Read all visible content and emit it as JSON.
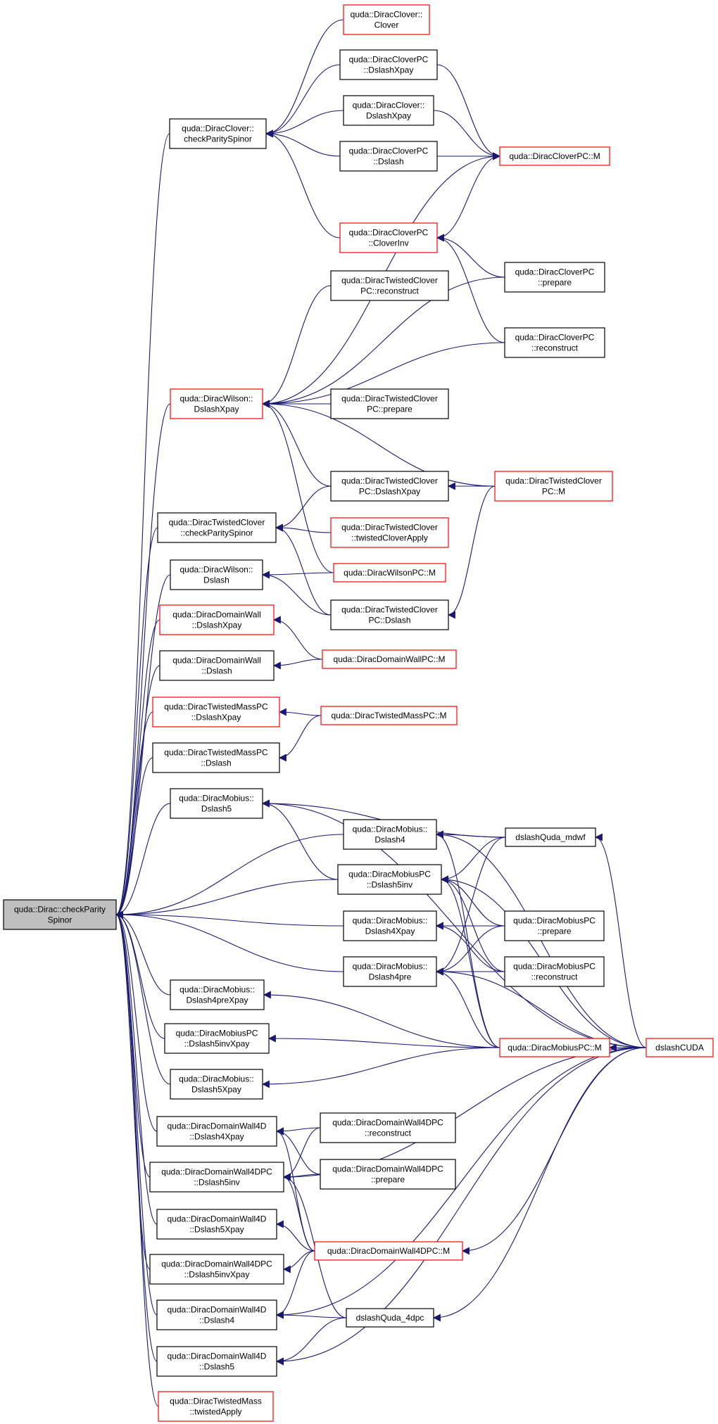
{
  "colors": {
    "edge": "#191970",
    "border_default": "#000000",
    "border_red": "#ff0000",
    "root_fill": "#bfbfbf",
    "node_fill": "#ffffff"
  },
  "nodes": [
    {
      "id": "root",
      "lines": [
        "quda::Dirac::checkParity",
        "Spinor"
      ],
      "style": "root"
    },
    {
      "id": "clover_check",
      "lines": [
        "quda::DiracClover::",
        "checkParitySpinor"
      ],
      "style": "black"
    },
    {
      "id": "clover_clover",
      "lines": [
        "quda::DiracClover::",
        "Clover"
      ],
      "style": "red"
    },
    {
      "id": "cloverpc_dslashxpay",
      "lines": [
        "quda::DiracCloverPC",
        "::DslashXpay"
      ],
      "style": "black"
    },
    {
      "id": "clover_dslashxpay",
      "lines": [
        "quda::DiracClover::",
        "DslashXpay"
      ],
      "style": "black"
    },
    {
      "id": "cloverpc_dslash",
      "lines": [
        "quda::DiracCloverPC",
        "::Dslash"
      ],
      "style": "black"
    },
    {
      "id": "cloverpc_m",
      "lines": [
        "quda::DiracCloverPC::M"
      ],
      "style": "red"
    },
    {
      "id": "cloverpc_cloverinv",
      "lines": [
        "quda::DiracCloverPC",
        "::CloverInv"
      ],
      "style": "red"
    },
    {
      "id": "cloverpc_prepare",
      "lines": [
        "quda::DiracCloverPC",
        "::prepare"
      ],
      "style": "black"
    },
    {
      "id": "tcpc_reconstruct",
      "lines": [
        "quda::DiracTwistedClover",
        "PC::reconstruct"
      ],
      "style": "black"
    },
    {
      "id": "cloverpc_reconstruct",
      "lines": [
        "quda::DiracCloverPC",
        "::reconstruct"
      ],
      "style": "black"
    },
    {
      "id": "wilson_dslashxpay",
      "lines": [
        "quda::DiracWilson::",
        "DslashXpay"
      ],
      "style": "red"
    },
    {
      "id": "tcpc_prepare",
      "lines": [
        "quda::DiracTwistedClover",
        "PC::prepare"
      ],
      "style": "black"
    },
    {
      "id": "tcpc_dslashxpay",
      "lines": [
        "quda::DiracTwistedClover",
        "PC::DslashXpay"
      ],
      "style": "black"
    },
    {
      "id": "tcpc_m",
      "lines": [
        "quda::DiracTwistedClover",
        "PC::M"
      ],
      "style": "red"
    },
    {
      "id": "tc_check",
      "lines": [
        "quda::DiracTwistedClover",
        "::checkParitySpinor"
      ],
      "style": "black"
    },
    {
      "id": "tc_apply",
      "lines": [
        "quda::DiracTwistedClover",
        "::twistedCloverApply"
      ],
      "style": "red"
    },
    {
      "id": "wilson_dslash",
      "lines": [
        "quda::DiracWilson::",
        "Dslash"
      ],
      "style": "black"
    },
    {
      "id": "wilsonpc_m",
      "lines": [
        "quda::DiracWilsonPC::M"
      ],
      "style": "red"
    },
    {
      "id": "tcpc_dslash",
      "lines": [
        "quda::DiracTwistedClover",
        "PC::Dslash"
      ],
      "style": "black"
    },
    {
      "id": "dw_dslashxpay",
      "lines": [
        "quda::DiracDomainWall",
        "::DslashXpay"
      ],
      "style": "red"
    },
    {
      "id": "dwpc_m",
      "lines": [
        "quda::DiracDomainWallPC::M"
      ],
      "style": "red"
    },
    {
      "id": "dw_dslash",
      "lines": [
        "quda::DiracDomainWall",
        "::Dslash"
      ],
      "style": "black"
    },
    {
      "id": "tmpc_dslashxpay",
      "lines": [
        "quda::DiracTwistedMassPC",
        "::DslashXpay"
      ],
      "style": "red"
    },
    {
      "id": "tmpc_m",
      "lines": [
        "quda::DiracTwistedMassPC::M"
      ],
      "style": "red"
    },
    {
      "id": "tmpc_dslash",
      "lines": [
        "quda::DiracTwistedMassPC",
        "::Dslash"
      ],
      "style": "black"
    },
    {
      "id": "mob_dslash5",
      "lines": [
        "quda::DiracMobius::",
        "Dslash5"
      ],
      "style": "black"
    },
    {
      "id": "mob_dslash4",
      "lines": [
        "quda::DiracMobius::",
        "Dslash4"
      ],
      "style": "black"
    },
    {
      "id": "dslashquda_mdwf",
      "lines": [
        "dslashQuda_mdwf"
      ],
      "style": "black"
    },
    {
      "id": "mobpc_dslash5inv",
      "lines": [
        "quda::DiracMobiusPC",
        "::Dslash5inv"
      ],
      "style": "black"
    },
    {
      "id": "mob_dslash4xpay",
      "lines": [
        "quda::DiracMobius::",
        "Dslash4Xpay"
      ],
      "style": "black"
    },
    {
      "id": "mobpc_prepare",
      "lines": [
        "quda::DiracMobiusPC",
        "::prepare"
      ],
      "style": "black"
    },
    {
      "id": "mob_dslash4pre",
      "lines": [
        "quda::DiracMobius::",
        "Dslash4pre"
      ],
      "style": "black"
    },
    {
      "id": "mobpc_reconstruct",
      "lines": [
        "quda::DiracMobiusPC",
        "::reconstruct"
      ],
      "style": "black"
    },
    {
      "id": "mob_dslash4prexpay",
      "lines": [
        "quda::DiracMobius::",
        "Dslash4preXpay"
      ],
      "style": "black"
    },
    {
      "id": "mobpc_dslash5invxpay",
      "lines": [
        "quda::DiracMobiusPC",
        "::Dslash5invXpay"
      ],
      "style": "black"
    },
    {
      "id": "mobpc_m",
      "lines": [
        "quda::DiracMobiusPC::M"
      ],
      "style": "red"
    },
    {
      "id": "dslashcuda",
      "lines": [
        "dslashCUDA"
      ],
      "style": "red"
    },
    {
      "id": "mob_dslash5xpay",
      "lines": [
        "quda::DiracMobius::",
        "Dslash5Xpay"
      ],
      "style": "black"
    },
    {
      "id": "dw4d_dslash4xpay",
      "lines": [
        "quda::DiracDomainWall4D",
        "::Dslash4Xpay"
      ],
      "style": "black"
    },
    {
      "id": "dw4dpc_reconstruct",
      "lines": [
        "quda::DiracDomainWall4DPC",
        "::reconstruct"
      ],
      "style": "black"
    },
    {
      "id": "dw4dpc_dslash5inv",
      "lines": [
        "quda::DiracDomainWall4DPC",
        "::Dslash5inv"
      ],
      "style": "black"
    },
    {
      "id": "dw4dpc_prepare",
      "lines": [
        "quda::DiracDomainWall4DPC",
        "::prepare"
      ],
      "style": "black"
    },
    {
      "id": "dw4d_dslash5xpay",
      "lines": [
        "quda::DiracDomainWall4D",
        "::Dslash5Xpay"
      ],
      "style": "black"
    },
    {
      "id": "dw4dpc_m",
      "lines": [
        "quda::DiracDomainWall4DPC::M"
      ],
      "style": "red"
    },
    {
      "id": "dw4dpc_dslash5invxpay",
      "lines": [
        "quda::DiracDomainWall4DPC",
        "::Dslash5invXpay"
      ],
      "style": "black"
    },
    {
      "id": "dw4d_dslash4",
      "lines": [
        "quda::DiracDomainWall4D",
        "::Dslash4"
      ],
      "style": "black"
    },
    {
      "id": "dslashquda_4dpc",
      "lines": [
        "dslashQuda_4dpc"
      ],
      "style": "black"
    },
    {
      "id": "dw4d_dslash5",
      "lines": [
        "quda::DiracDomainWall4D",
        "::Dslash5"
      ],
      "style": "black"
    },
    {
      "id": "tm_apply",
      "lines": [
        "quda::DiracTwistedMass",
        "::twistedApply"
      ],
      "style": "red"
    }
  ],
  "edges": [
    [
      "clover_check",
      "root"
    ],
    [
      "wilson_dslashxpay",
      "root"
    ],
    [
      "tc_check",
      "root"
    ],
    [
      "wilson_dslash",
      "root"
    ],
    [
      "dw_dslashxpay",
      "root"
    ],
    [
      "dw_dslash",
      "root"
    ],
    [
      "tmpc_dslashxpay",
      "root"
    ],
    [
      "tmpc_dslash",
      "root"
    ],
    [
      "mob_dslash5",
      "root"
    ],
    [
      "mob_dslash4",
      "root"
    ],
    [
      "mobpc_dslash5inv",
      "root"
    ],
    [
      "mob_dslash4xpay",
      "root"
    ],
    [
      "mob_dslash4pre",
      "root"
    ],
    [
      "mob_dslash4prexpay",
      "root"
    ],
    [
      "mobpc_dslash5invxpay",
      "root"
    ],
    [
      "mob_dslash5xpay",
      "root"
    ],
    [
      "dw4d_dslash4xpay",
      "root"
    ],
    [
      "dw4dpc_dslash5inv",
      "root"
    ],
    [
      "dw4d_dslash5xpay",
      "root"
    ],
    [
      "dw4dpc_dslash5invxpay",
      "root"
    ],
    [
      "dw4d_dslash4",
      "root"
    ],
    [
      "dw4d_dslash5",
      "root"
    ],
    [
      "tm_apply",
      "root"
    ],
    [
      "clover_clover",
      "clover_check"
    ],
    [
      "cloverpc_dslashxpay",
      "clover_check"
    ],
    [
      "clover_dslashxpay",
      "clover_check"
    ],
    [
      "cloverpc_dslash",
      "clover_check"
    ],
    [
      "cloverpc_cloverinv",
      "clover_check"
    ],
    [
      "cloverpc_dslashxpay",
      "cloverpc_m"
    ],
    [
      "clover_dslashxpay",
      "cloverpc_m"
    ],
    [
      "cloverpc_dslash",
      "cloverpc_m"
    ],
    [
      "cloverpc_cloverinv",
      "cloverpc_m"
    ],
    [
      "cloverpc_m",
      "wilson_dslashxpay"
    ],
    [
      "cloverpc_prepare",
      "cloverpc_cloverinv"
    ],
    [
      "cloverpc_reconstruct",
      "cloverpc_cloverinv"
    ],
    [
      "tcpc_reconstruct",
      "wilson_dslashxpay"
    ],
    [
      "cloverpc_prepare",
      "wilson_dslashxpay"
    ],
    [
      "cloverpc_reconstruct",
      "wilson_dslashxpay"
    ],
    [
      "tcpc_prepare",
      "wilson_dslashxpay"
    ],
    [
      "tcpc_dslashxpay",
      "wilson_dslashxpay"
    ],
    [
      "tcpc_m",
      "wilson_dslashxpay"
    ],
    [
      "wilsonpc_m",
      "wilson_dslashxpay"
    ],
    [
      "tcpc_m",
      "tcpc_dslashxpay"
    ],
    [
      "tcpc_dslashxpay",
      "tc_check"
    ],
    [
      "tc_apply",
      "tc_check"
    ],
    [
      "tcpc_dslash",
      "tc_check"
    ],
    [
      "wilsonpc_m",
      "wilson_dslash"
    ],
    [
      "tcpc_dslash",
      "wilson_dslash"
    ],
    [
      "tcpc_m",
      "tcpc_dslash"
    ],
    [
      "dwpc_m",
      "dw_dslashxpay"
    ],
    [
      "dwpc_m",
      "dw_dslash"
    ],
    [
      "tmpc_m",
      "tmpc_dslashxpay"
    ],
    [
      "tmpc_m",
      "tmpc_dslash"
    ],
    [
      "dslashcuda",
      "mob_dslash5"
    ],
    [
      "dslashquda_mdwf",
      "mob_dslash5"
    ],
    [
      "mobpc_dslash5inv",
      "mob_dslash5"
    ],
    [
      "dslashquda_mdwf",
      "mob_dslash4"
    ],
    [
      "dslashcuda",
      "mob_dslash4"
    ],
    [
      "mobpc_m",
      "mob_dslash4"
    ],
    [
      "dslashquda_mdwf",
      "mobpc_dslash5inv"
    ],
    [
      "dslashcuda",
      "mobpc_dslash5inv"
    ],
    [
      "mobpc_m",
      "mobpc_dslash5inv"
    ],
    [
      "mobpc_prepare",
      "mobpc_dslash5inv"
    ],
    [
      "mobpc_reconstruct",
      "mobpc_dslash5inv"
    ],
    [
      "mobpc_prepare",
      "mob_dslash4xpay"
    ],
    [
      "mobpc_reconstruct",
      "mob_dslash4xpay"
    ],
    [
      "dslashquda_mdwf",
      "mob_dslash4pre"
    ],
    [
      "mobpc_prepare",
      "mob_dslash4pre"
    ],
    [
      "mobpc_reconstruct",
      "mob_dslash4pre"
    ],
    [
      "mobpc_m",
      "mob_dslash4pre"
    ],
    [
      "dslashcuda",
      "mob_dslash4pre"
    ],
    [
      "dslashcuda",
      "dslashquda_mdwf"
    ],
    [
      "mobpc_m",
      "mob_dslash4prexpay"
    ],
    [
      "mobpc_m",
      "mobpc_dslash5invxpay"
    ],
    [
      "mobpc_m",
      "mob_dslash5xpay"
    ],
    [
      "dslashcuda",
      "mobpc_m"
    ],
    [
      "dw4dpc_reconstruct",
      "dw4d_dslash4xpay"
    ],
    [
      "dw4dpc_prepare",
      "dw4d_dslash4xpay"
    ],
    [
      "dw4dpc_m",
      "dw4d_dslash4xpay"
    ],
    [
      "dw4dpc_reconstruct",
      "dw4dpc_dslash5inv"
    ],
    [
      "dw4dpc_prepare",
      "dw4dpc_dslash5inv"
    ],
    [
      "dw4dpc_m",
      "dw4dpc_dslash5inv"
    ],
    [
      "dslashquda_4dpc",
      "dw4dpc_dslash5inv"
    ],
    [
      "dslashcuda",
      "dw4dpc_dslash5inv"
    ],
    [
      "dw4dpc_m",
      "dw4d_dslash5xpay"
    ],
    [
      "dw4dpc_m",
      "dw4dpc_dslash5invxpay"
    ],
    [
      "dslashcuda",
      "dw4dpc_m"
    ],
    [
      "dw4dpc_m",
      "dw4d_dslash4"
    ],
    [
      "dslashquda_4dpc",
      "dw4d_dslash4"
    ],
    [
      "dslashcuda",
      "dw4d_dslash4"
    ],
    [
      "dslashcuda",
      "dslashquda_4dpc"
    ],
    [
      "dslashquda_4dpc",
      "dw4d_dslash5"
    ],
    [
      "dslashcuda",
      "dw4d_dslash5"
    ]
  ]
}
